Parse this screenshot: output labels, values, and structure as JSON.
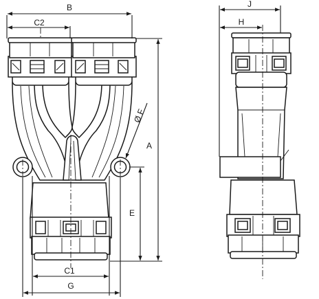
{
  "drawing": {
    "type": "technical-drawing",
    "subject": "Y-connector, front and side views",
    "labels": {
      "B": "B",
      "C2": "C2",
      "J": "J",
      "H": "H",
      "F": "Ø F",
      "A": "A",
      "E": "E",
      "C1": "C1",
      "G": "G"
    },
    "colors": {
      "ink": "#1a1a1a",
      "fill": "#ffffff"
    }
  }
}
